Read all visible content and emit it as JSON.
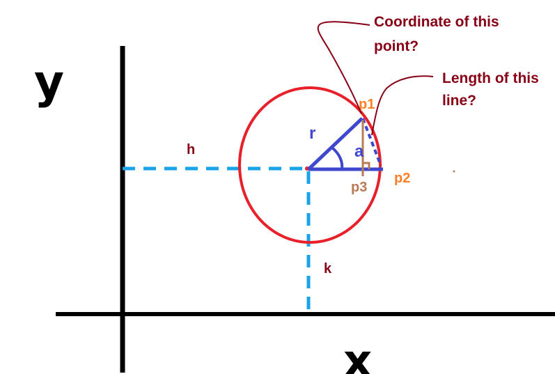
{
  "axes": {
    "x_label": "x",
    "y_label": "y"
  },
  "labels": {
    "h": "h",
    "k": "k",
    "r": "r",
    "a": "a",
    "p1": "p1",
    "p2": "p2",
    "p3": "p3"
  },
  "annotations": {
    "point_question_line1": "Coordinate of this",
    "point_question_line2": "point?",
    "line_question_line1": "Length of this",
    "line_question_line2": "line?"
  },
  "colors": {
    "axes": "#000000",
    "dashed_guides": "#1aa3e8",
    "circle": "#e8202a",
    "triangle": "#3f48cc",
    "point_labels": "#ff7f27",
    "p3_marker": "#b97a57",
    "annotation_text": "#880015"
  }
}
